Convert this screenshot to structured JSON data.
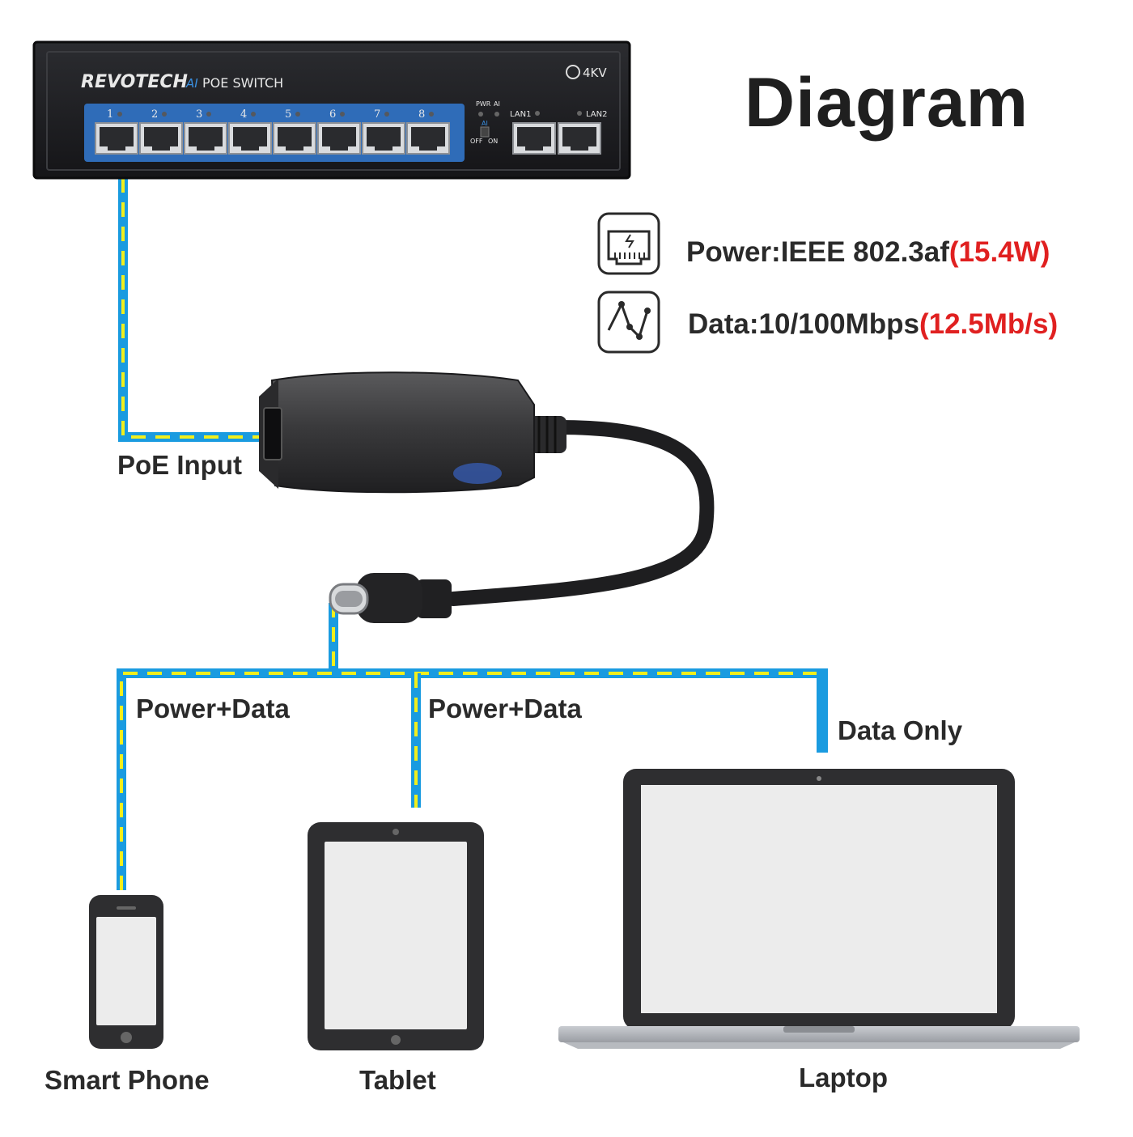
{
  "title": "Diagram",
  "switch": {
    "brand": "REVOTECH",
    "model_tag": "AI",
    "model": "POE SWITCH",
    "surge": "4KV",
    "port_numbers": [
      "1",
      "2",
      "3",
      "4",
      "5",
      "6",
      "7",
      "8"
    ],
    "indicator_pwr": "PWR",
    "indicator_ai": "AI",
    "ai_switch_label": "AI",
    "switch_off": "OFF",
    "switch_on": "ON",
    "lan1": "LAN1",
    "lan2": "LAN2"
  },
  "specs": [
    {
      "icon": "ethernet-port-icon",
      "text": "Power:IEEE 802.3af",
      "highlight": "(15.4W)"
    },
    {
      "icon": "data-signal-icon",
      "text": "Data:10/100Mbps",
      "highlight": "(12.5Mb/s)"
    }
  ],
  "labels": {
    "poe_input": "PoE Input",
    "power_data_1": "Power+Data",
    "power_data_2": "Power+Data",
    "data_only": "Data Only"
  },
  "devices": {
    "phone": "Smart Phone",
    "tablet": "Tablet",
    "laptop": "Laptop"
  },
  "colors": {
    "cable_blue": "#1a9be0",
    "cable_yellow": "#f2ef1c",
    "highlight_red": "#e02020",
    "switch_body": "#1e1f22",
    "port_panel_blue": "#2f6cb8"
  }
}
